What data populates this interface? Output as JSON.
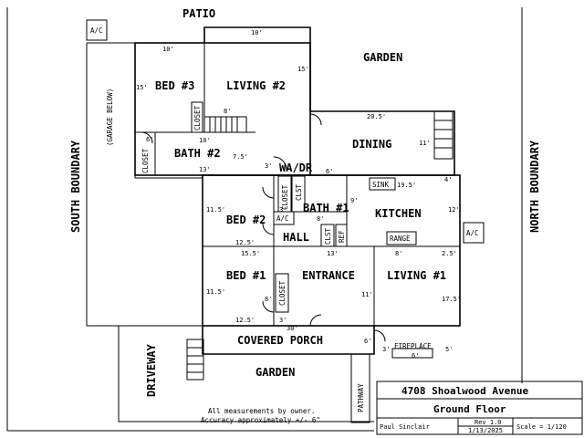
{
  "labels": {
    "patio": "PATIO",
    "garden_top": "GARDEN",
    "garden_bottom": "GARDEN",
    "south_boundary": "SOUTH BOUNDARY",
    "north_boundary": "NORTH BOUNDARY",
    "garage_below": "(GARAGE BELOW)",
    "driveway": "DRIVEWAY",
    "pathway": "PATHWAY",
    "bed3": "BED #3",
    "living2": "LIVING #2",
    "bath2": "BATH #2",
    "dining": "DINING",
    "wa_dr": "WA/DR",
    "bed2": "BED #2",
    "bath1": "BATH #1",
    "kitchen": "KITCHEN",
    "hall": "HALL",
    "bed1": "BED #1",
    "entrance": "ENTRANCE",
    "living1": "LIVING #1",
    "covered_porch": "COVERED PORCH",
    "closet": "CLOSET",
    "clst": "CLST",
    "ref": "REF",
    "sink": "SINK",
    "range": "RANGE",
    "ac": "A/C",
    "fireplace": "FIREPLACE"
  },
  "dims": {
    "d10a": "10'",
    "d10b": "10'",
    "d15a": "15'",
    "d15b": "15'",
    "d8a": "8'",
    "d10c": "10'",
    "d6a": "6'",
    "d75": "7.5'",
    "d13a": "13'",
    "d205": "20.5'",
    "d11a": "11'",
    "d3a": "3'",
    "d6b": "6'",
    "d195": "19.5'",
    "d4": "4'",
    "d115a": "11.5'",
    "d3b": "3'",
    "d8b": "8'",
    "d9": "9'",
    "d12": "12'",
    "d125a": "12.5'",
    "d155": "15.5'",
    "d13b": "13'",
    "d8c": "8'",
    "d25": "2.5'",
    "d115b": "11.5'",
    "d8d": "8'",
    "d11b": "11'",
    "d175": "17.5'",
    "d125b": "12.5'",
    "d3c": "3'",
    "d30": "30'",
    "d6c": "6'",
    "d3d": "3'",
    "d6d": "6'",
    "d5": "5'"
  },
  "title_block": {
    "address": "4708 Shoalwood Avenue",
    "floor": "Ground Floor",
    "author": "Paul Sinclair",
    "rev": "Rev 1.0",
    "date": "1/13/2025",
    "scale": "Scale = 1/120"
  },
  "notes": {
    "line1": "All measurements by owner.",
    "line2": "Accuracy approximately +/- 6\""
  }
}
